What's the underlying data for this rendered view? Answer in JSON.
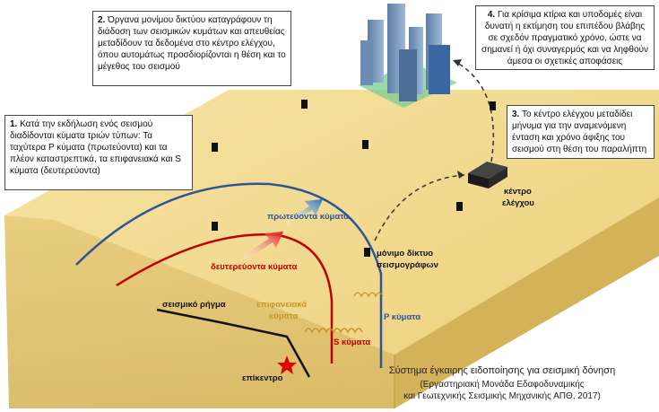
{
  "callouts": {
    "c1": {
      "num": "1.",
      "text": "Κατά την εκδήλωση ενός σεισμού διαδίδονται κύματα τριών τύπων: Τα ταχύτερα P κύματα (πρωτεύοντα) και τα πλέον καταστρεπτικά, τα επιφανειακά και S κύματα (δευτερεύοντα)"
    },
    "c2": {
      "num": "2.",
      "text": "Όργανα μονίμου δικτύου καταγράφουν τη διάδοση των σεισμικών κυμάτων και απευθείας μεταδίδουν τα δεδομένα στο κέντρο ελέγχου, όπου αυτομάτως προσδιορίζονται η θέση και το μέγεθος του σεισμού"
    },
    "c3": {
      "num": "3.",
      "text": "Το κέντρο ελέγχου μεταδίδει μήνυμα για την αναμενόμενη ένταση και χρόνο άφιξης του σεισμού στη θέση του παραλήπτη"
    },
    "c4": {
      "num": "4.",
      "text": "Για κρίσιμα κτίρια και υποδομές είναι δυνατή η εκτίμηση του επιπέδου βλάβης σε σχεδόν πραγματικό χρόνο, ώστε να σημανεί ή όχι συναγερμός και να ληφθούν άμεσα οι σχετικές αποφάσεις"
    }
  },
  "labels": {
    "primary_waves": "πρωτεύοντα κύματα",
    "secondary_waves": "δευτερεύοντα κύματα",
    "surface_waves_1": "επιφανειακά",
    "surface_waves_2": "κύματα",
    "fault": "σεισμικό ρήγμα",
    "epicenter": "επίκεντρο",
    "s_waves": "S κύματα",
    "p_waves": "P κύματα",
    "network_1": "μόνιμο δίκτυο",
    "network_2": "σεισμογράφων",
    "control_1": "κέντρο",
    "control_2": "ελέγχου"
  },
  "caption": {
    "title": "Σύστημα έγκαιρης ειδοποίησης για σεισμική δόνηση",
    "line2": "(Εργαστηριακή Μονάδα Εδαφοδυναμικής",
    "line3": "και Γεωτεχνικής Σεισμικής Μηχανικής ΑΠΘ, 2017)"
  },
  "colors": {
    "ground_top": "#f3d98c",
    "ground_side": "#d9b95e",
    "primary": "#2f5597",
    "secondary": "#c00000",
    "surface": "#c5962b",
    "epicenter": "#e00000"
  }
}
